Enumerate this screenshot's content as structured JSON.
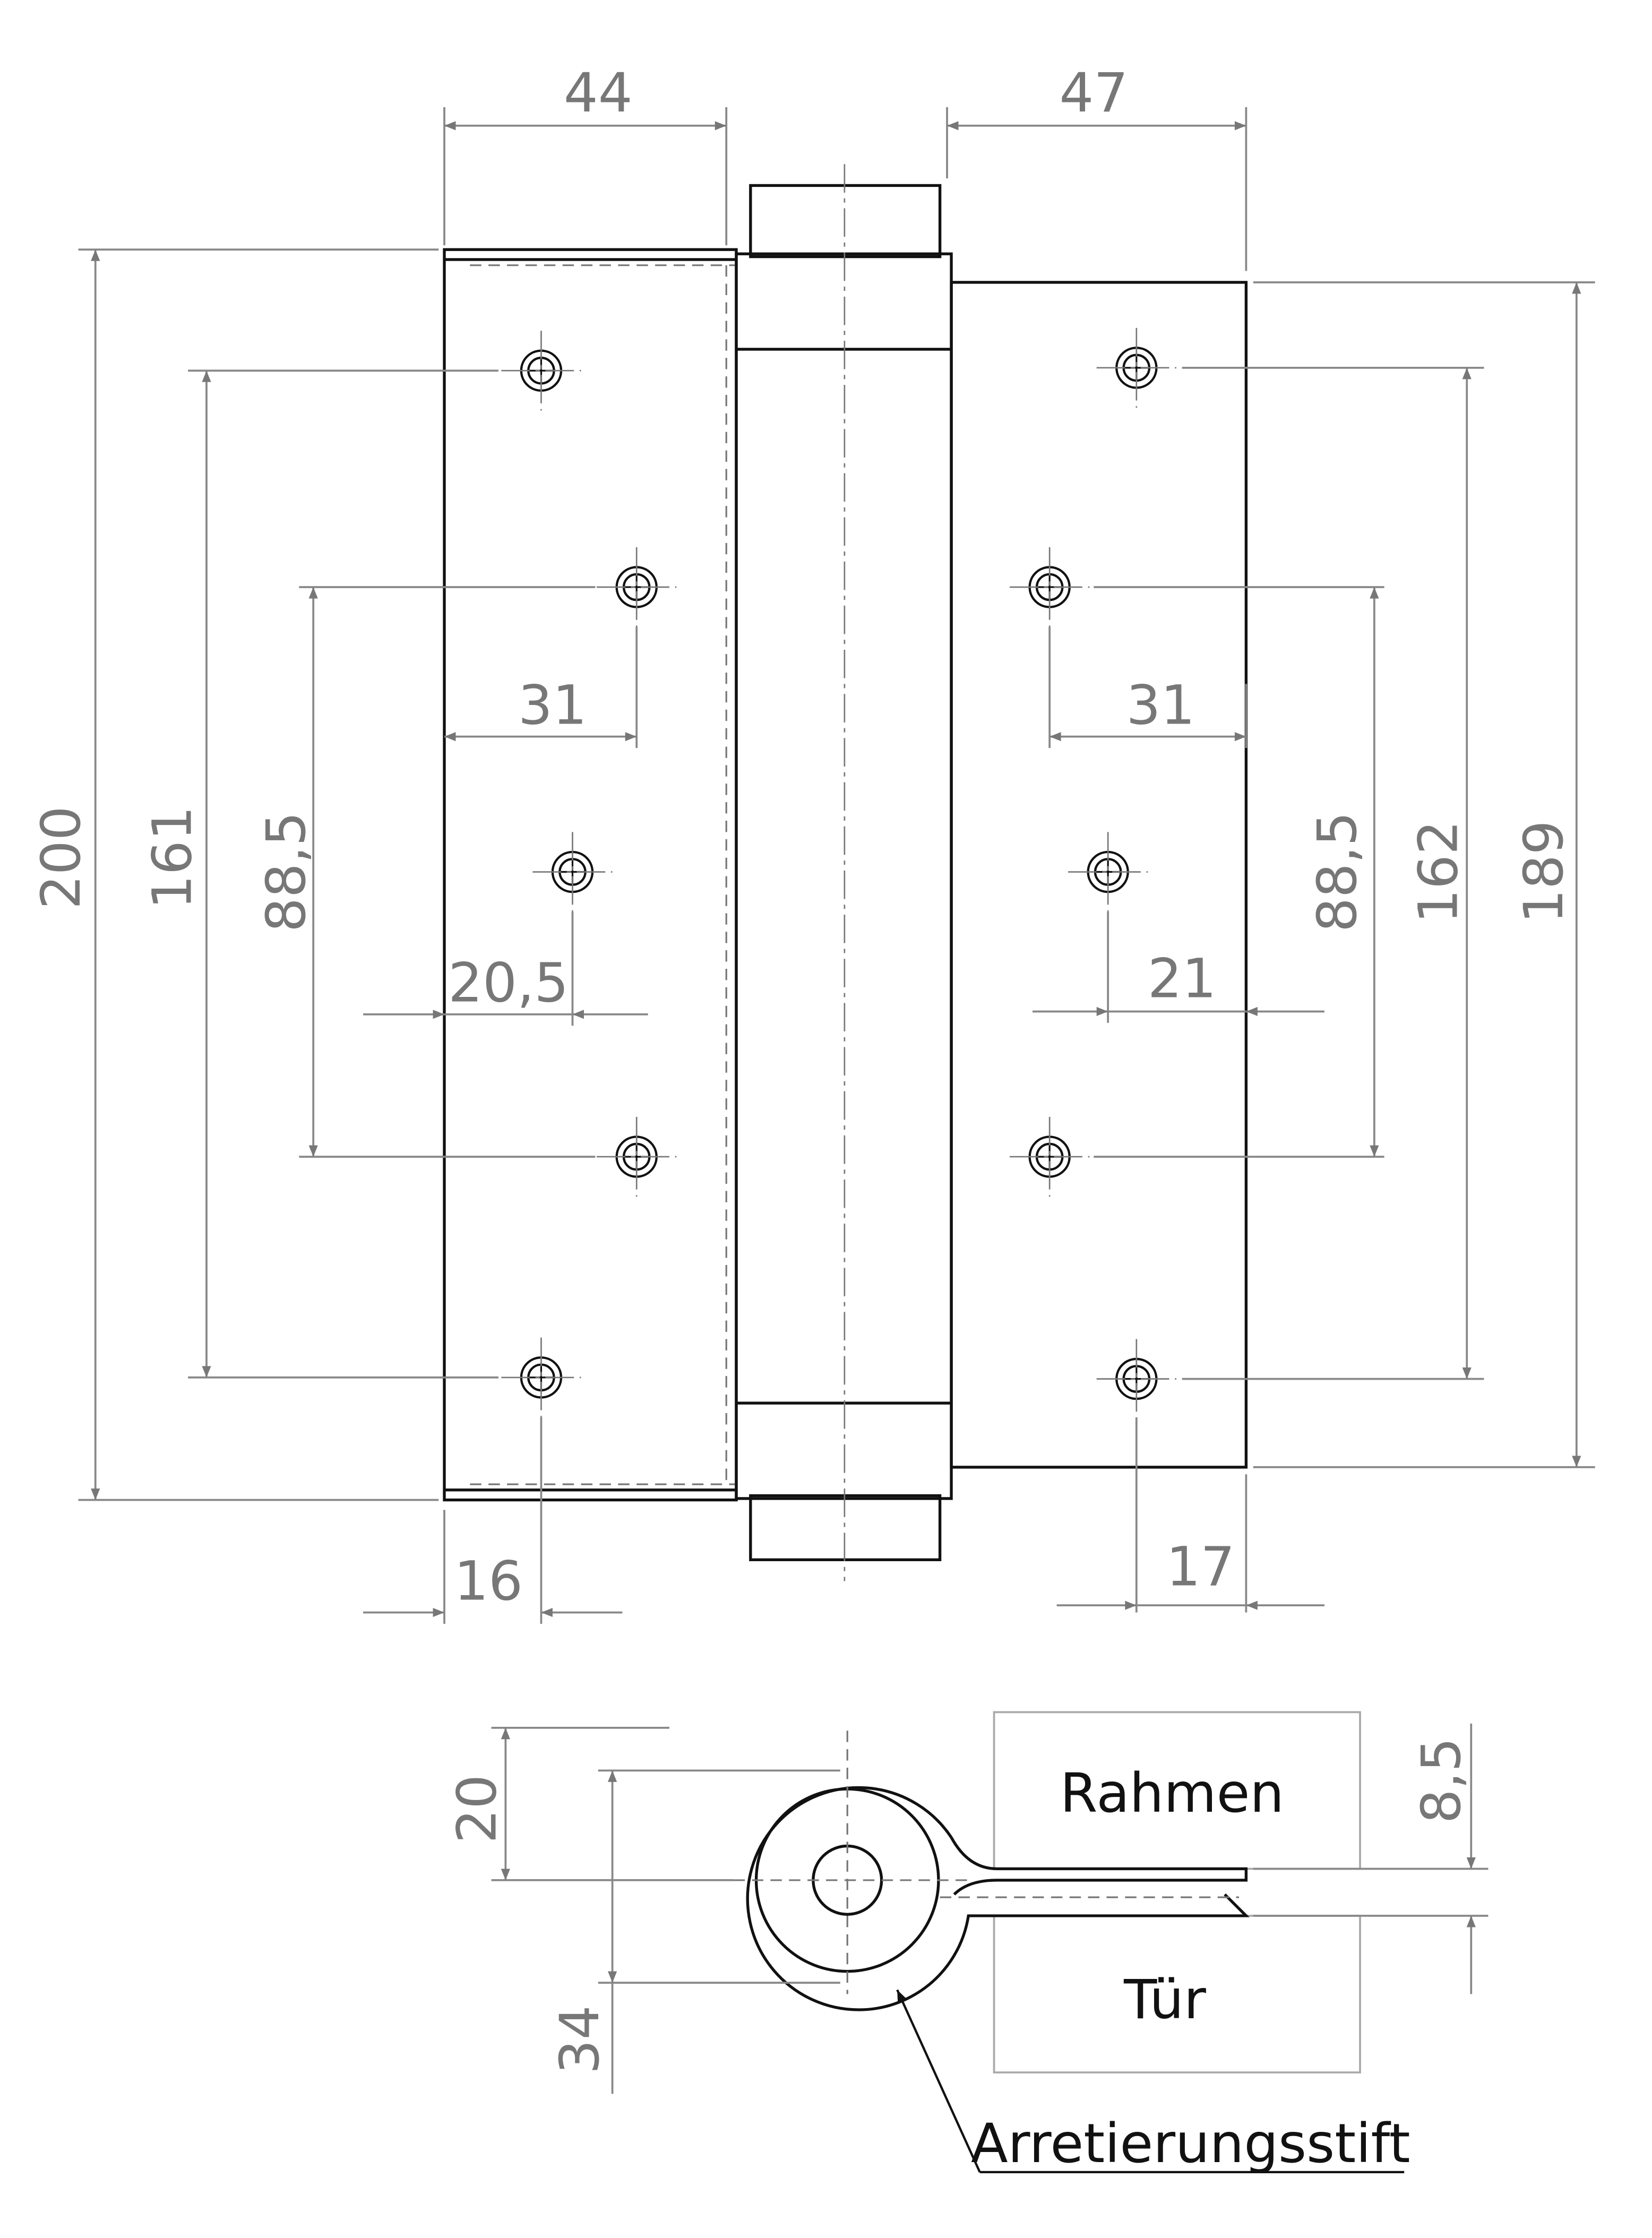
{
  "dimensions": {
    "left_leaf_width": "44",
    "right_leaf_width": "47",
    "total_height": "200",
    "left_hole_span": "161",
    "left_inner_span": "88,5",
    "left_offset_31": "31",
    "left_offset_20_5": "20,5",
    "left_edge_16": "16",
    "right_offset_31": "31",
    "right_offset_21": "21",
    "right_inner_span": "88,5",
    "right_hole_span": "162",
    "right_leaf_height": "189",
    "right_edge_17": "17",
    "section_20": "20",
    "section_34": "34",
    "section_8_5": "8,5"
  },
  "labels": {
    "frame": "Rahmen",
    "door": "Tür",
    "locking_pin": "Arretierungsstift"
  }
}
